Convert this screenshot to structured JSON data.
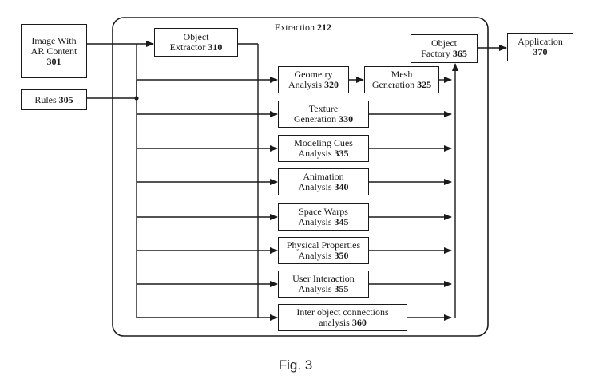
{
  "diagram": {
    "container_label": {
      "text": "Extraction ",
      "num": "212"
    },
    "inputs": [
      {
        "id": "image-ar",
        "line1": "Image With",
        "line2": "AR Content",
        "num": "301"
      },
      {
        "id": "rules",
        "line1": "Rules ",
        "num": "305"
      }
    ],
    "object_extractor": {
      "line1": "Object",
      "line2": "Extractor ",
      "num": "310"
    },
    "object_factory": {
      "line1": "Object",
      "line2": "Factory ",
      "num": "365"
    },
    "application": {
      "line1": "Application",
      "num": "370"
    },
    "mesh_generation": {
      "line1": "Mesh",
      "line2": "Generation ",
      "num": "325"
    },
    "analyses": [
      {
        "line1": "Geometry",
        "line2": "Analysis ",
        "num": "320"
      },
      {
        "line1": "Texture",
        "line2": "Generation ",
        "num": "330"
      },
      {
        "line1": "Modeling Cues",
        "line2": "Analysis ",
        "num": "335"
      },
      {
        "line1": "Animation",
        "line2": "Analysis ",
        "num": "340"
      },
      {
        "line1": "Space Warps",
        "line2": "Analysis ",
        "num": "345"
      },
      {
        "line1": "Physical Properties",
        "line2": "Analysis ",
        "num": "350"
      },
      {
        "line1": "User Interaction",
        "line2": "Analysis ",
        "num": "355"
      },
      {
        "line1": "Inter object connections",
        "line2": "analysis ",
        "num": "360"
      }
    ],
    "caption": "Fig. 3"
  }
}
